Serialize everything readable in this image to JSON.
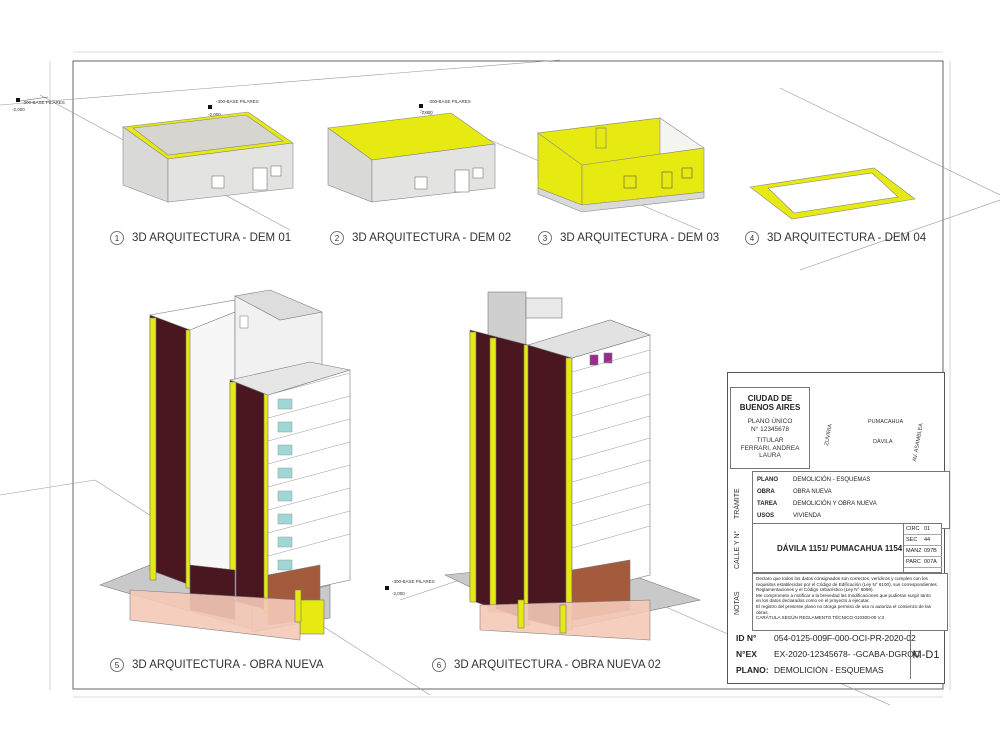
{
  "views": [
    {
      "num": "1",
      "label": "3D ARQUITECTURA - DEM 01"
    },
    {
      "num": "2",
      "label": "3D ARQUITECTURA - DEM 02"
    },
    {
      "num": "3",
      "label": "3D ARQUITECTURA - DEM 03"
    },
    {
      "num": "4",
      "label": "3D ARQUITECTURA - DEM 04"
    },
    {
      "num": "5",
      "label": "3D ARQUITECTURA - OBRA NUEVA"
    },
    {
      "num": "6",
      "label": "3D ARQUITECTURA - OBRA NUEVA 02"
    }
  ],
  "levels": {
    "base_pilares": "-300-BASE PILARES",
    "elevation": "-2,000"
  },
  "title_block": {
    "city_line1": "CIUDAD DE",
    "city_line2": "BUENOS AIRES",
    "plano_unico": "PLANO ÚNICO",
    "plano_num": "N° 12345678",
    "titular": "TITULAR",
    "titular_name": "FERRARI, ANDREA",
    "titular_name2": "LAURA",
    "streets": [
      "PUMACAHUA",
      "ZUVIRIA",
      "DÁVILA",
      "AV. ASAMBLEA"
    ],
    "tramite_label": "TRÁMITE",
    "tramite": [
      {
        "k": "PLANO",
        "v": "DEMOLICIÓN - ESQUEMAS"
      },
      {
        "k": "OBRA",
        "v": "OBRA NUEVA"
      },
      {
        "k": "TAREA",
        "v": "DEMOLICIÓN Y OBRA NUEVA"
      },
      {
        "k": "USOS",
        "v": "VIVIENDA"
      }
    ],
    "calle_label": "CALLE Y N°",
    "address": "DÁVILA 1151/ PUMACAHUA 1154",
    "nomenclatura": [
      {
        "k": "CIRC",
        "v": "01"
      },
      {
        "k": "SEC",
        "v": "44"
      },
      {
        "k": "MANZ",
        "v": "097B"
      },
      {
        "k": "PARC",
        "v": "007A"
      }
    ],
    "notas_label": "NOTAS",
    "notas": [
      "Declaro que todos los datos consignados son correctos, verídicos y cumplen con los",
      "requisitos establecidos por el Código de Edificación (Ley N° 6100), sus correspondientes",
      "Reglamentaciones y el Código Urbanístico (Ley N° 6099).",
      "Me comprometo a notificar a la brevedad las modificaciones que pudieran surgir tanto",
      "en los datos declarados como en el proyecto a ejecutar.",
      "El registro del presente plano no otorga permiso de uso ni autoriza el comienzo de las obras.",
      "CARÁTULA SEGÚN REGLAMENTO TÉCNICO 010300-00 V.3"
    ],
    "id_label": "ID N°",
    "id_value": "054-0125-009F-000-OCI-PR-2020-02",
    "nex_label": "N°EX",
    "nex_value": "EX-2020-12345678- -GCABA-DGROC",
    "plano_label": "PLANO:",
    "plano_value": "DEMOLICIÓN - ESQUEMAS",
    "sheet_code": "M-D1"
  },
  "colors": {
    "slab": "#e6ea10",
    "wall": "#d9d9d7",
    "facade": "#4a1620",
    "base": "#f5c9b8"
  }
}
